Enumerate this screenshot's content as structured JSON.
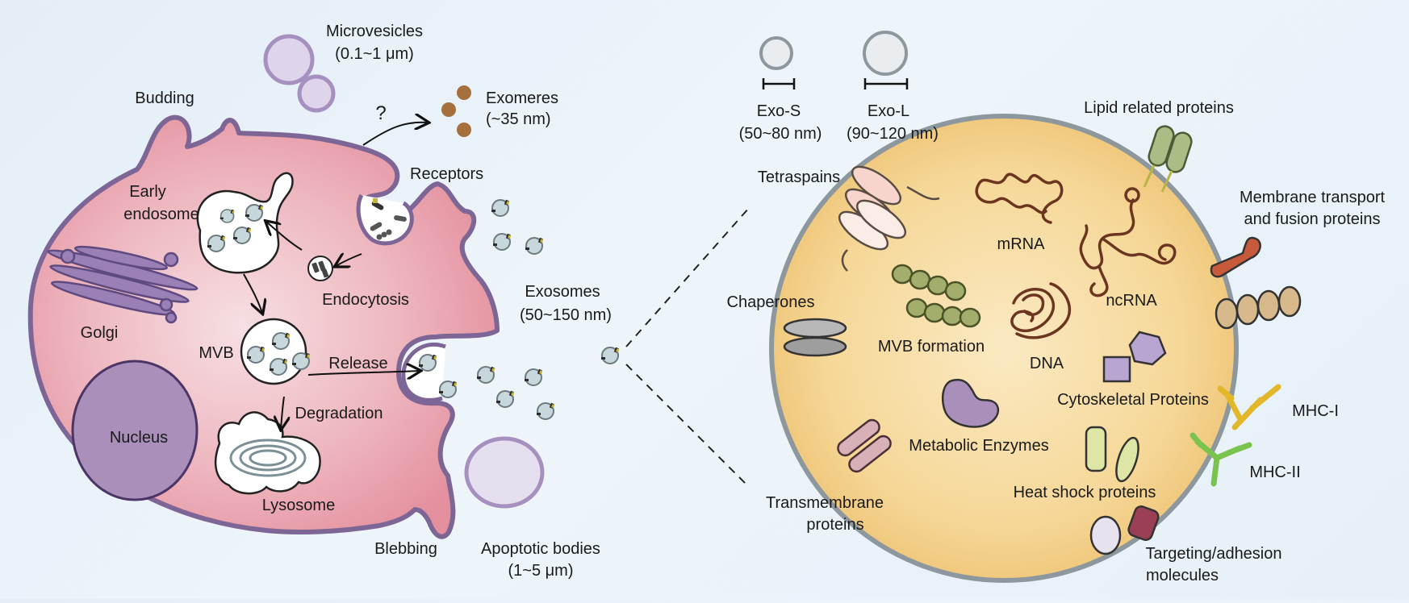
{
  "left_panel": {
    "microvesicles": "Microvesicles",
    "microvesicles_size": "(0.1~1 μm)",
    "budding": "Budding",
    "question_mark": "?",
    "exomeres": "Exomeres",
    "exomeres_size": "(~35 nm)",
    "receptors": "Receptors",
    "early_endosome_line1": "Early",
    "early_endosome_line2": "endosome",
    "golgi": "Golgi",
    "endocytosis": "Endocytosis",
    "mvb": "MVB",
    "release": "Release",
    "exosomes": "Exosomes",
    "exosomes_size": "(50~150 nm)",
    "nucleus": "Nucleus",
    "degradation": "Degradation",
    "lysosome": "Lysosome",
    "blebbing": "Blebbing",
    "apoptotic_bodies": "Apoptotic bodies",
    "apoptotic_bodies_size": "(1~5 μm)"
  },
  "right_panel": {
    "exo_s": "Exo-S",
    "exo_s_size": "(50~80 nm)",
    "exo_l": "Exo-L",
    "exo_l_size": "(90~120 nm)",
    "lipid_related_proteins": "Lipid related proteins",
    "tetraspains": "Tetraspains",
    "membrane_transport_line1": "Membrane transport",
    "membrane_transport_line2": "and fusion proteins",
    "mrna": "mRNA",
    "ncrna": "ncRNA",
    "chaperones": "Chaperones",
    "mvb_formation": "MVB formation",
    "dna": "DNA",
    "cytoskeletal_proteins": "Cytoskeletal Proteins",
    "mhc_i": "MHC-I",
    "metabolic_enzymes": "Metabolic Enzymes",
    "mhc_ii": "MHC-II",
    "heat_shock_proteins": "Heat shock proteins",
    "transmembrane_line1": "Transmembrane",
    "transmembrane_line2": "proteins",
    "targeting_line1": "Targeting/adhesion",
    "targeting_line2": "molecules"
  },
  "colors": {
    "cell_fill": "#e8a3ae",
    "cell_stroke": "#7d6596",
    "nucleus": "#a98fb9",
    "golgi": "#9a80b4",
    "exosome_fill": "#f2d28c",
    "exosome_stroke": "#8d989e",
    "vesicle": "#d8cfe6",
    "exomere": "#a66f3e"
  }
}
